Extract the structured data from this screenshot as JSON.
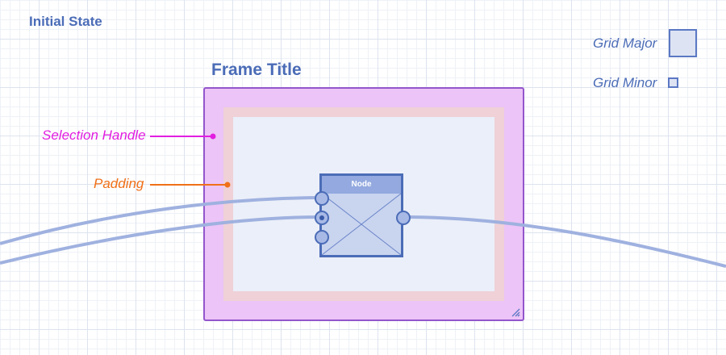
{
  "state_title": "Initial State",
  "legend": {
    "grid_major_label": "Grid Major",
    "grid_minor_label": "Grid Minor"
  },
  "frame": {
    "title": "Frame Title"
  },
  "callouts": {
    "selection_handle": "Selection Handle",
    "padding": "Padding"
  },
  "node": {
    "title": "Node",
    "input_ports": 3,
    "output_ports": 1
  },
  "colors": {
    "accent": "#4b6cb7",
    "frame_fill": "#ecc4f7",
    "frame_border": "#9356cc",
    "padding_fill": "#efd1d7",
    "content_fill": "#ebeff9",
    "selection_callout": "#e21ee0",
    "padding_callout": "#f07018",
    "wire": "#9fb1df"
  }
}
